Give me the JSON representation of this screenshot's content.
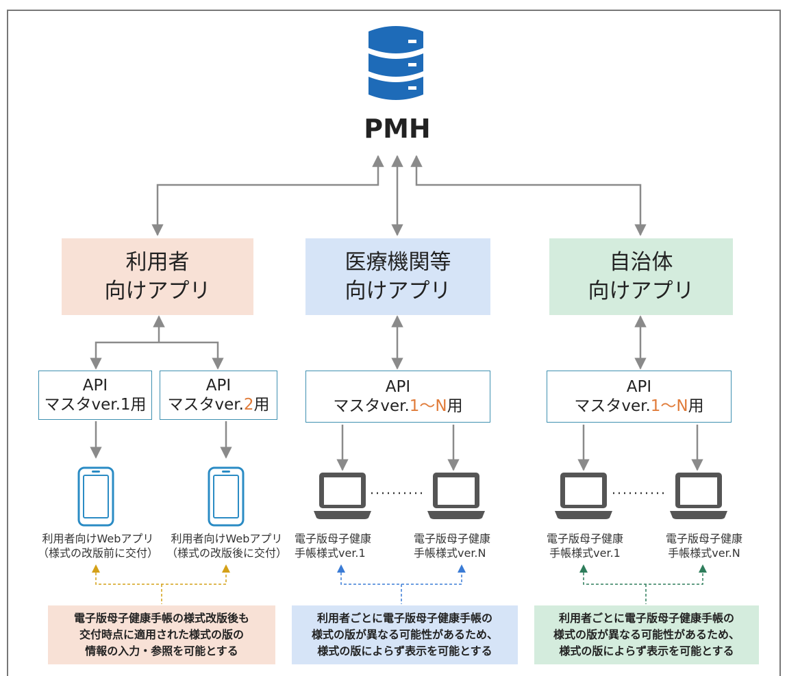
{
  "top": {
    "label": "PMH"
  },
  "categories": [
    {
      "line1": "利用者",
      "line2": "向けアプリ",
      "bg": "#f8e1d6"
    },
    {
      "line1": "医療機関等",
      "line2": "向けアプリ",
      "bg": "#d6e4f7"
    },
    {
      "line1": "自治体",
      "line2": "向けアプリ",
      "bg": "#d4ecdd"
    }
  ],
  "apis": [
    {
      "title": "API",
      "prefix": "マスタver.",
      "ver": "1",
      "suffix": "用",
      "highlight": false
    },
    {
      "title": "API",
      "prefix": "マスタver.",
      "ver": "2",
      "suffix": "用",
      "highlight": true
    },
    {
      "title": "API",
      "prefix": "マスタver.",
      "ver": "1～N",
      "suffix": "用",
      "highlight": true
    },
    {
      "title": "API",
      "prefix": "マスタver.",
      "ver": "1～N",
      "suffix": "用",
      "highlight": true
    }
  ],
  "devices": [
    {
      "icon": "smartphone-icon",
      "line1": "利用者向けWebアプリ",
      "line2": "（様式の改版前に交付）"
    },
    {
      "icon": "smartphone-icon",
      "line1": "利用者向けWebアプリ",
      "line2": "（様式の改版後に交付）"
    },
    {
      "icon": "laptop-icon",
      "line1": "電子版母子健康",
      "line2": "手帳様式ver.1"
    },
    {
      "icon": "laptop-icon",
      "line1": "電子版母子健康",
      "line2": "手帳様式ver.N"
    },
    {
      "icon": "laptop-icon",
      "line1": "電子版母子健康",
      "line2": "手帳様式ver.1"
    },
    {
      "icon": "laptop-icon",
      "line1": "電子版母子健康",
      "line2": "手帳様式ver.N"
    }
  ],
  "notes": [
    {
      "line1": "電子版母子健康手帳の様式改版後も",
      "line2": "交付時点に適用された様式の版の",
      "line3": "情報の入力・参照を可能とする",
      "bg": "#f8e1d6"
    },
    {
      "line1": "利用者ごとに電子版母子健康手帳の",
      "line2": "様式の版が異なる可能性があるため、",
      "line3": "様式の版によらず表示を可能とする",
      "bg": "#d6e4f7"
    },
    {
      "line1": "利用者ごとに電子版母子健康手帳の",
      "line2": "様式の版が異なる可能性があるため、",
      "line3": "様式の版によらず表示を可能とする",
      "bg": "#d4ecdd"
    }
  ],
  "colors": {
    "database": "#1e6bb8",
    "arrow": "#8a8a8a",
    "accent_orange": "#e07b39",
    "marker_yellow": "#d4a017",
    "marker_blue": "#3a7bd5",
    "marker_green": "#2e7d5b"
  }
}
